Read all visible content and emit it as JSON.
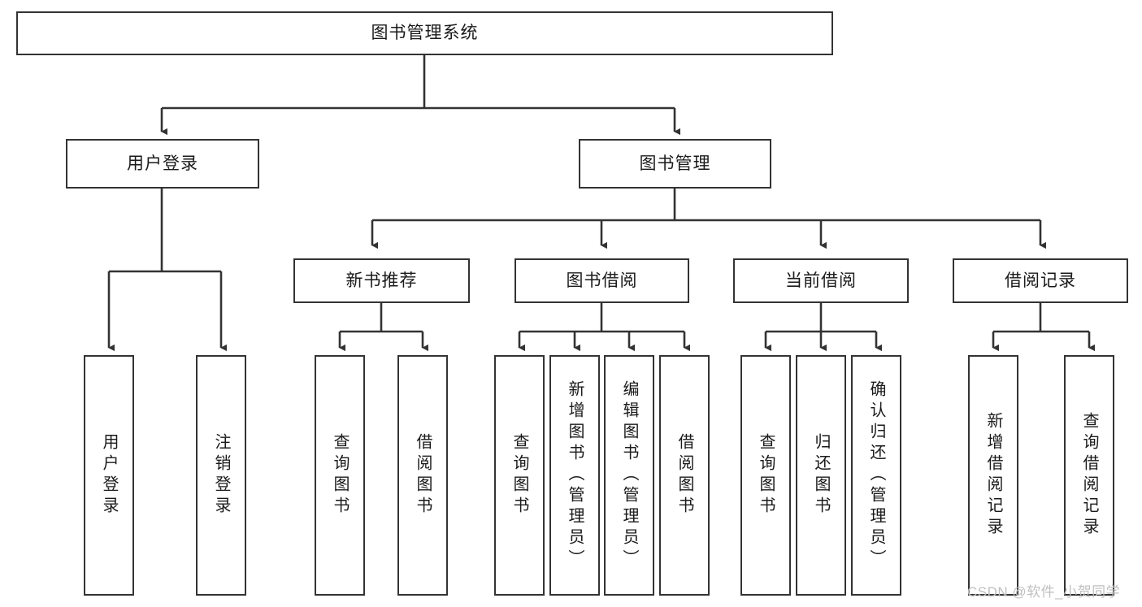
{
  "diagram": {
    "title": "图书管理系统",
    "type": "tree-hierarchy-diagram",
    "colors": {
      "box_border": "#333333",
      "box_fill": "#ffffff",
      "connector": "#333333",
      "background": "#ffffff",
      "watermark": "#bfbfbf"
    },
    "root": {
      "label": "图书管理系统"
    },
    "level2": [
      {
        "label": "用户登录"
      },
      {
        "label": "图书管理"
      }
    ],
    "level3": [
      {
        "label": "新书推荐"
      },
      {
        "label": "图书借阅"
      },
      {
        "label": "当前借阅"
      },
      {
        "label": "借阅记录"
      }
    ],
    "leaves": {
      "user_login": [
        {
          "label": "用户登录"
        },
        {
          "label": "注销登录"
        }
      ],
      "new_book_recommend": [
        {
          "label": "查询图书"
        },
        {
          "label": "借阅图书"
        }
      ],
      "book_borrow": [
        {
          "label": "查询图书"
        },
        {
          "label": "新增图书（管理员）"
        },
        {
          "label": "编辑图书（管理员）"
        },
        {
          "label": "借阅图书"
        }
      ],
      "current_borrow": [
        {
          "label": "查询图书"
        },
        {
          "label": "归还图书"
        },
        {
          "label": "确认归还（管理员）"
        }
      ],
      "borrow_record": [
        {
          "label": "新增借阅记录"
        },
        {
          "label": "查询借阅记录"
        }
      ]
    }
  },
  "watermark": {
    "text": "CSDN @软件_小贺同学"
  }
}
